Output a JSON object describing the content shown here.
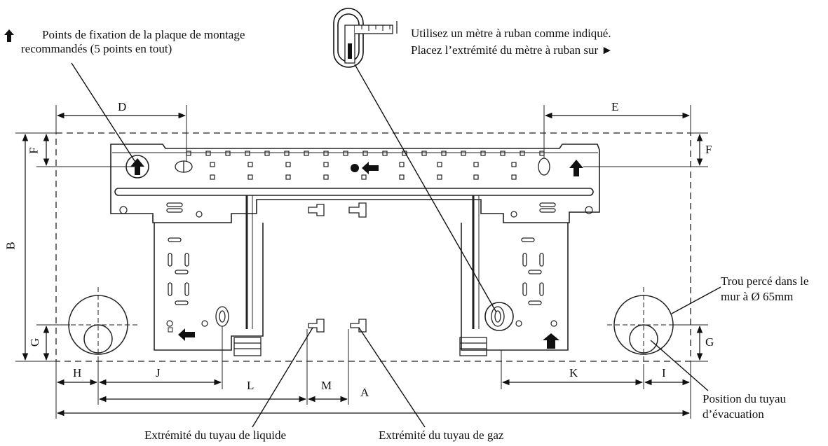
{
  "notes": {
    "fixing_points_line1": "Points de fixation de la plaque de montage",
    "fixing_points_line2": "recommandés (5 points en tout)",
    "tape_line1": "Utilisez un mètre à ruban comme indiqué.",
    "tape_line2": "Placez l’extrémité du mètre à ruban sur ►",
    "hole_line1": "Trou percé dans le",
    "hole_line2": "mur à Ø 65mm",
    "drain_line1": "Position du tuyau",
    "drain_line2": "d’évacuation",
    "liquid_pipe": "Extrémité du tuyau de liquide",
    "gas_pipe": "Extrémité du tuyau de gaz"
  },
  "dimensions": {
    "A": "A",
    "B": "B",
    "D": "D",
    "E": "E",
    "F_left": "F",
    "F_right": "F",
    "G_left": "G",
    "G_right": "G",
    "H": "H",
    "I": "I",
    "J": "J",
    "K": "K",
    "L": "L",
    "M": "M"
  },
  "icons": {
    "fixing_point": "up-arrow-icon",
    "tape_measure": "tape-measure-icon"
  }
}
